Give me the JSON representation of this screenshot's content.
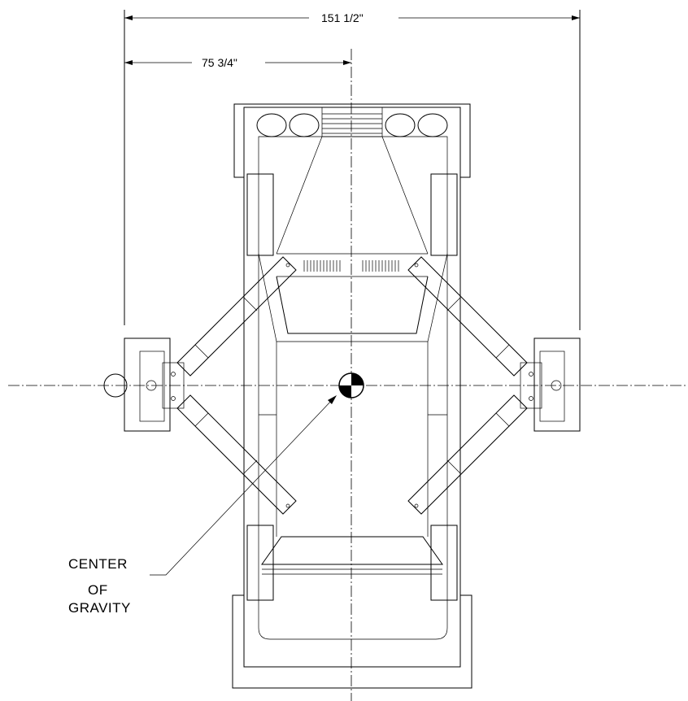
{
  "dimensions": {
    "overall_width": "151 1/2\"",
    "half_width": "75 3/4\""
  },
  "callout": {
    "line1": "CENTER",
    "line2": "OF",
    "line3": "GRAVITY"
  }
}
